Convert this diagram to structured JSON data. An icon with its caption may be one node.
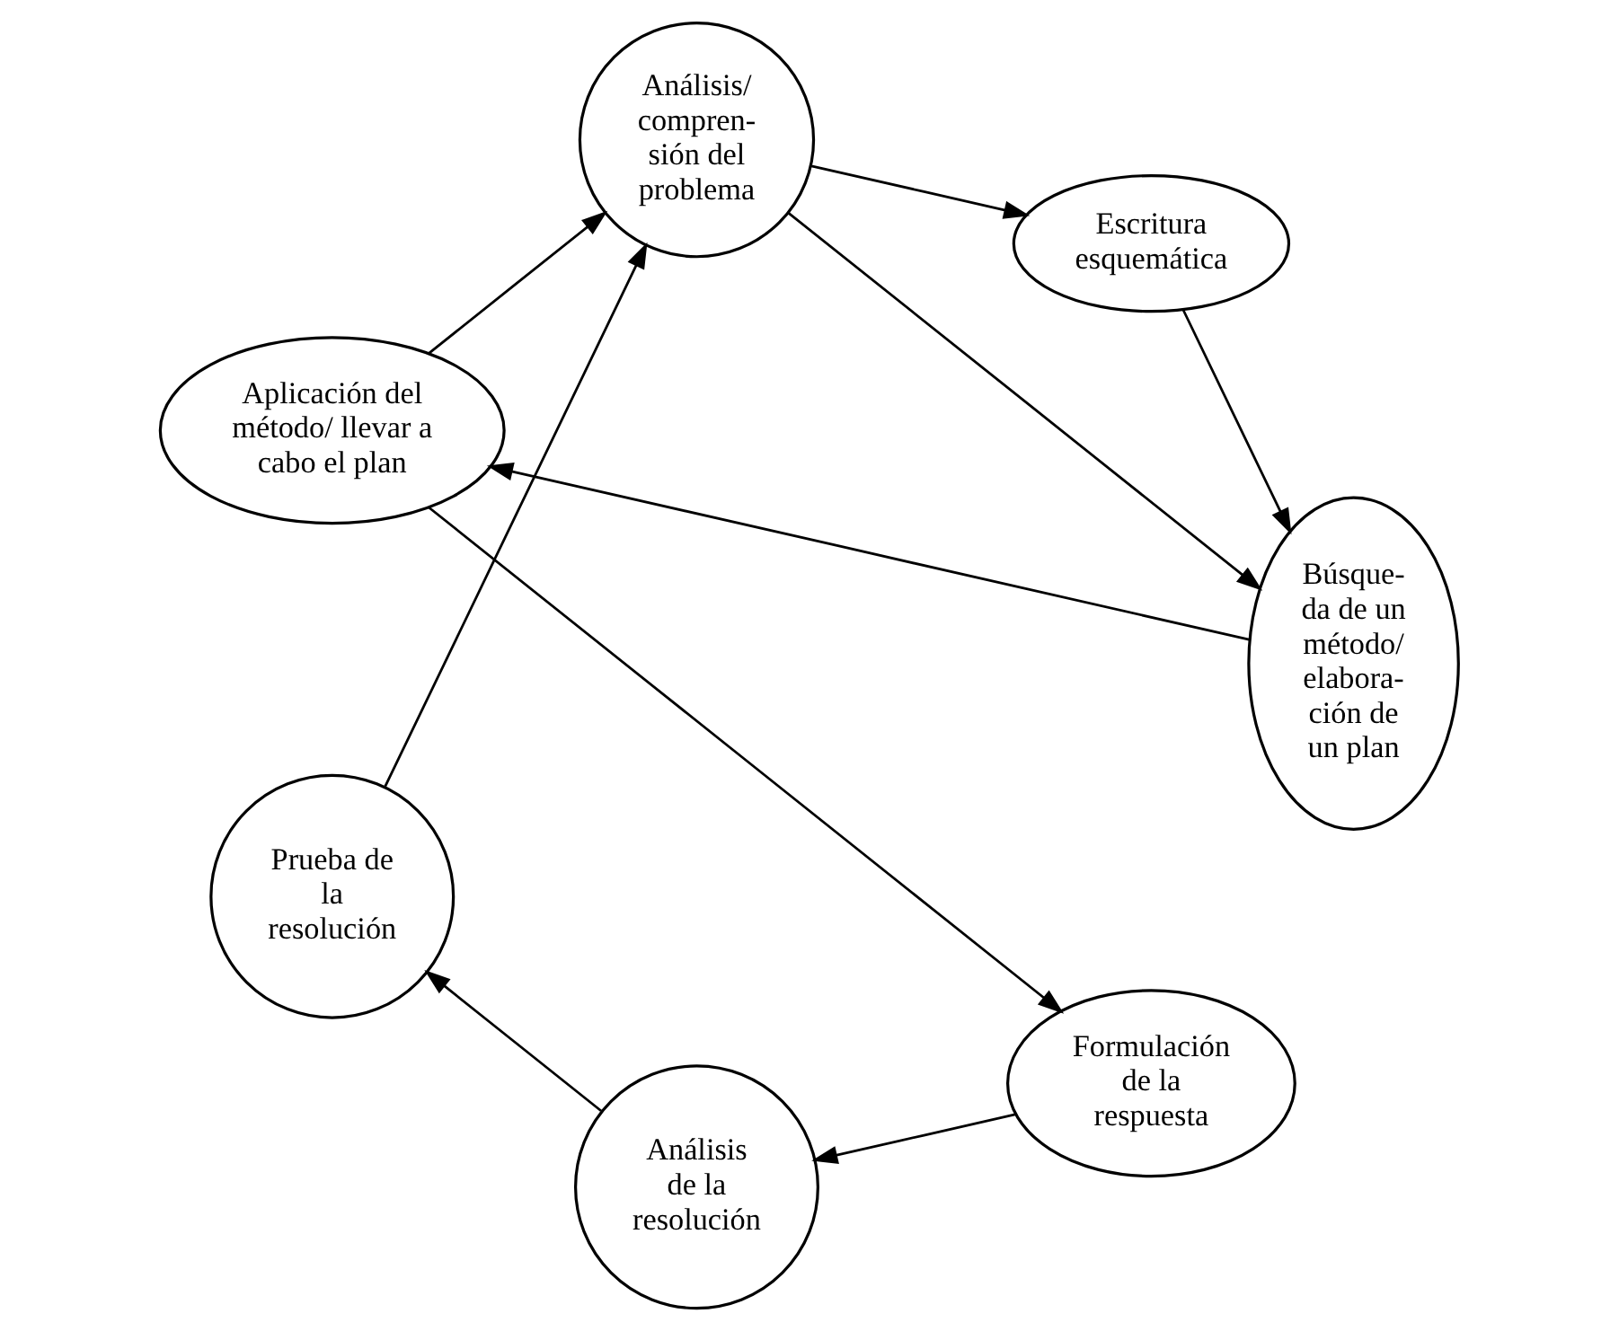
{
  "diagram": {
    "nodes": [
      {
        "text": [
          "Búsque- da de un método/ elabora- ción de un plan"
        ]
      },
      {
        "text": [
          "Escritura esquemática"
        ]
      },
      {
        "text": [
          "Prueba de la resolución"
        ]
      },
      {
        "text": [
          "Aplicación del método/ llevar a cabo el plan"
        ]
      },
      {
        "text": [
          "Análisis/ compren- sión del problema"
        ]
      },
      {
        "text": [
          "Análisis de la resolución"
        ]
      },
      {
        "text": [
          "Formulación de la respuesta"
        ]
      }
    ],
    "edges": [
      {
        "from": 1,
        "to": 0,
        "arrow": "to"
      },
      {
        "from": 4,
        "to": 0,
        "arrow": "to"
      },
      {
        "from": 4,
        "to": 1,
        "arrow": "to"
      },
      {
        "from": 0,
        "to": 3,
        "arrow": "to"
      },
      {
        "from": 3,
        "to": 4,
        "arrow": "to"
      },
      {
        "from": 2,
        "to": 4,
        "arrow": "to"
      },
      {
        "from": 3,
        "to": 6,
        "arrow": "to"
      },
      {
        "from": 6,
        "to": 5,
        "arrow": "to"
      },
      {
        "from": 5,
        "to": 2,
        "arrow": "to"
      }
    ]
  }
}
